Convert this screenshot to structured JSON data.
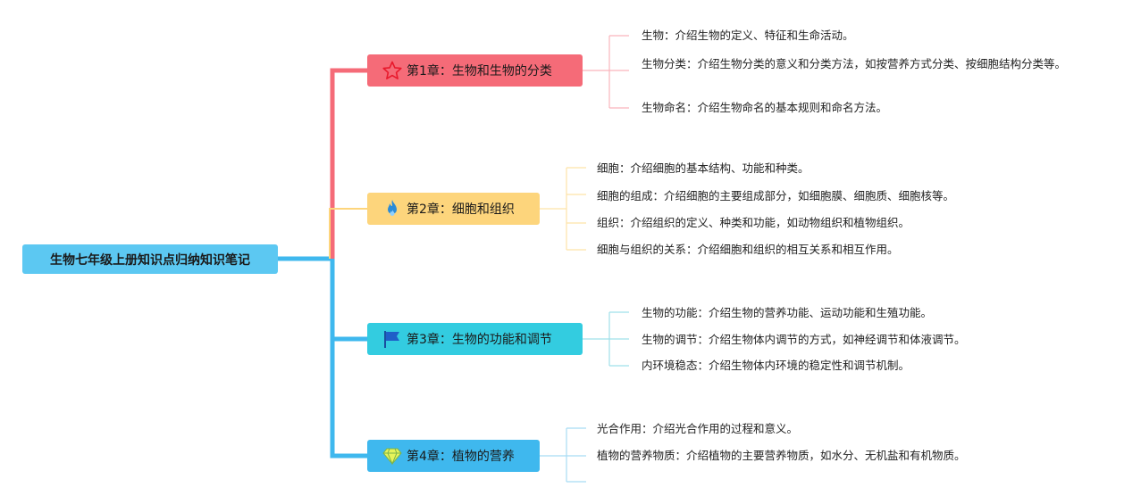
{
  "root": {
    "title": "生物七年级上册知识点归纳知识笔记"
  },
  "chapters": [
    {
      "title": "第1章：生物和生物的分类",
      "color": "#f56b78",
      "icon": "star-icon",
      "items": [
        "生物：介绍生物的定义、特征和生命活动。",
        "生物分类：介绍生物分类的意义和分类方法，如按营养方式分类、按细胞结构分类等。",
        "生物命名：介绍生物命名的基本规则和命名方法。"
      ]
    },
    {
      "title": "第2章：细胞和组织",
      "color": "#fdd57c",
      "icon": "flame-icon",
      "items": [
        "细胞：介绍细胞的基本结构、功能和种类。",
        "细胞的组成：介绍细胞的主要组成部分，如细胞膜、细胞质、细胞核等。",
        "组织：介绍组织的定义、种类和功能，如动物组织和植物组织。",
        "细胞与组织的关系：介绍细胞和组织的相互关系和相互作用。"
      ]
    },
    {
      "title": "第3章：生物的功能和调节",
      "color": "#33cce0",
      "icon": "flag-icon",
      "items": [
        "生物的功能：介绍生物的营养功能、运动功能和生殖功能。",
        "生物的调节：介绍生物体内调节的方式，如神经调节和体液调节。",
        "内环境稳态：介绍生物体内环境的稳定性和调节机制。"
      ]
    },
    {
      "title": "第4章：植物的营养",
      "color": "#3fb8ee",
      "icon": "diamond-icon",
      "items": [
        "光合作用：介绍光合作用的过程和意义。",
        "植物的营养物质：介绍植物的主要营养物质，如水分、无机盐和有机物质。"
      ]
    }
  ],
  "colors": {
    "root": "#5cc8f2",
    "trunk_pink": "#f56b78",
    "trunk_blue": "#3fb8ee",
    "leaf_pink": "#f9b5bc",
    "leaf_yellow": "#fde3a8",
    "leaf_cyan": "#9fe0ea",
    "leaf_blue": "#a8dcf4"
  }
}
